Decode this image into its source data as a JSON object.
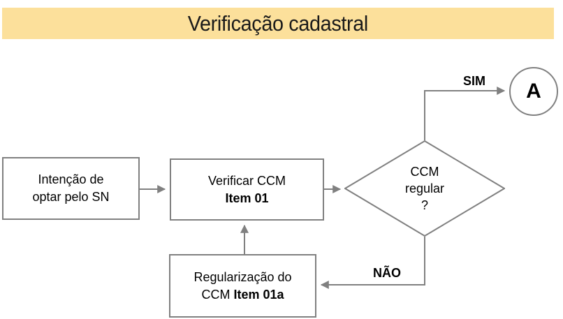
{
  "title": {
    "text": "Verificação cadastral",
    "banner_color": "#fce09b",
    "text_color": "#1a1a1a"
  },
  "theme": {
    "stroke_color": "#808080",
    "text_color": "#000000",
    "background": "#ffffff"
  },
  "nodes": {
    "intencao": {
      "type": "process",
      "line1": "Intenção de",
      "line2": "optar pelo SN"
    },
    "verificar": {
      "type": "process",
      "line1": "Verificar CCM",
      "line2": "Item 01"
    },
    "decisao": {
      "type": "decision",
      "line1": "CCM",
      "line2": "regular",
      "line3": "?"
    },
    "regularizacao": {
      "type": "process",
      "line1": "Regularização do",
      "line2_normal": "CCM ",
      "line2_bold": "Item 01a"
    },
    "connector_a": {
      "type": "connector",
      "label": "A"
    }
  },
  "edges": {
    "sim_label": "SIM",
    "nao_label": "NÃO"
  }
}
